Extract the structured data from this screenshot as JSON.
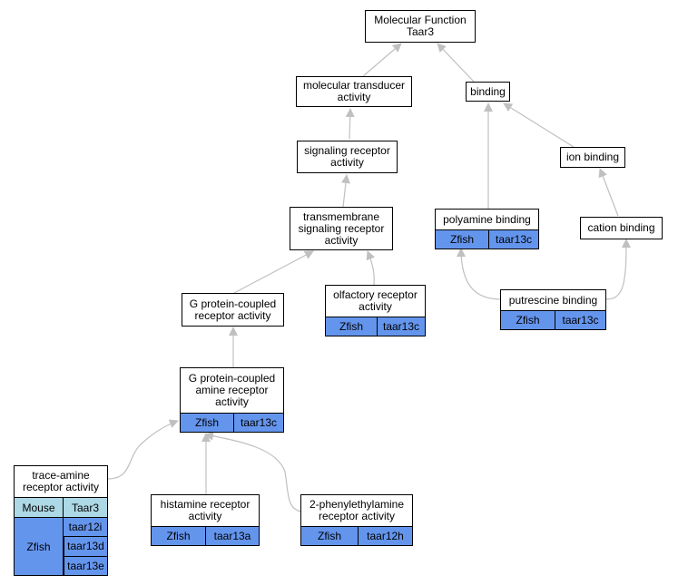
{
  "colors": {
    "edge": "#c0c0c0",
    "zfish": "#6495ed",
    "mouse": "#add8e6"
  },
  "nodes": {
    "mf": {
      "title": "Molecular Function\nTaar3"
    },
    "mt": {
      "title": "molecular transducer\nactivity"
    },
    "binding": {
      "title": "binding"
    },
    "sra": {
      "title": "signaling receptor\nactivity"
    },
    "ionbinding": {
      "title": "ion binding"
    },
    "tmsra": {
      "title": "transmembrane\nsignaling receptor\nactivity"
    },
    "polyamine": {
      "title": "polyamine binding",
      "species": "Zfish",
      "genes": [
        "taar13c"
      ]
    },
    "cation": {
      "title": "cation binding"
    },
    "gpcr": {
      "title": "G protein-coupled\nreceptor activity"
    },
    "olf": {
      "title": "olfactory receptor\nactivity",
      "species": "Zfish",
      "genes": [
        "taar13c"
      ]
    },
    "putrescine": {
      "title": "putrescine binding",
      "species": "Zfish",
      "genes": [
        "taar13c"
      ]
    },
    "gpcamine": {
      "title": "G protein-coupled\namine receptor\nactivity",
      "species": "Zfish",
      "genes": [
        "taar13c"
      ]
    },
    "trace": {
      "title": "trace-amine\nreceptor activity",
      "mouse_species": "Mouse",
      "mouse_gene": "Taar3",
      "species": "Zfish",
      "genes": [
        "taar12i",
        "taar13d",
        "taar13e"
      ]
    },
    "histamine": {
      "title": "histamine receptor\nactivity",
      "species": "Zfish",
      "genes": [
        "taar13a"
      ]
    },
    "phenyl": {
      "title": "2-phenylethylamine\nreceptor activity",
      "species": "Zfish",
      "genes": [
        "taar12h"
      ]
    }
  }
}
